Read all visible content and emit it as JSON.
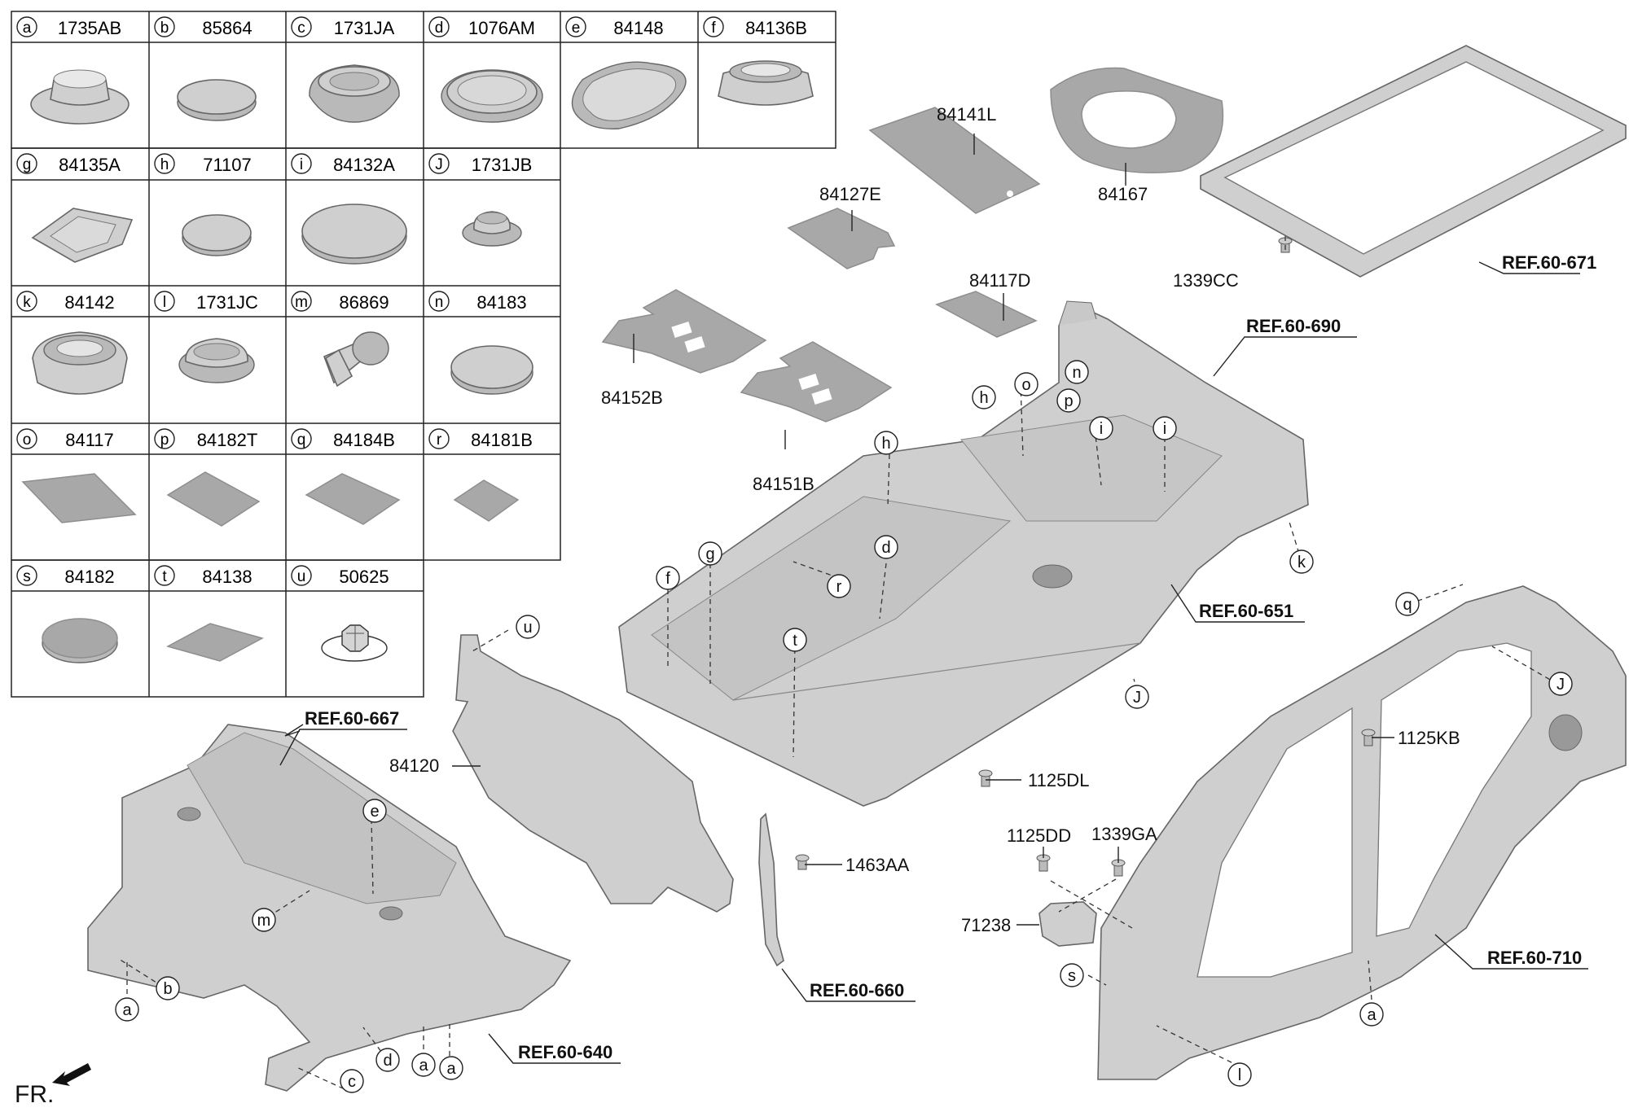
{
  "legend": {
    "cells": [
      {
        "letter": "a",
        "code": "1735AB"
      },
      {
        "letter": "b",
        "code": "85864"
      },
      {
        "letter": "c",
        "code": "1731JA"
      },
      {
        "letter": "d",
        "code": "1076AM"
      },
      {
        "letter": "e",
        "code": "84148"
      },
      {
        "letter": "f",
        "code": "84136B"
      },
      {
        "letter": "g",
        "code": "84135A"
      },
      {
        "letter": "h",
        "code": "71107"
      },
      {
        "letter": "i",
        "code": "84132A"
      },
      {
        "letter": "J",
        "code": "1731JB"
      },
      {
        "letter": "k",
        "code": "84142"
      },
      {
        "letter": "l",
        "code": "1731JC"
      },
      {
        "letter": "m",
        "code": "86869"
      },
      {
        "letter": "n",
        "code": "84183"
      },
      {
        "letter": "o",
        "code": "84117"
      },
      {
        "letter": "p",
        "code": "84182T"
      },
      {
        "letter": "q",
        "code": "84184B"
      },
      {
        "letter": "r",
        "code": "84181B"
      },
      {
        "letter": "s",
        "code": "84182"
      },
      {
        "letter": "t",
        "code": "84138"
      },
      {
        "letter": "u",
        "code": "50625"
      }
    ]
  },
  "part_labels": {
    "p84141L": "84141L",
    "p84167": "84167",
    "p84127E": "84127E",
    "p1339CC": "1339CC",
    "p84117D": "84117D",
    "p84152B": "84152B",
    "p84151B": "84151B",
    "p84120": "84120",
    "p1125DL": "1125DL",
    "p1125KB": "1125KB",
    "p1463AA": "1463AA",
    "p1125DD": "1125DD",
    "p1339GA": "1339GA",
    "p71238": "71238"
  },
  "refs": {
    "r671": "REF.60-671",
    "r690": "REF.60-690",
    "r651": "REF.60-651",
    "r667": "REF.60-667",
    "r640": "REF.60-640",
    "r660": "REF.60-660",
    "r710": "REF.60-710"
  },
  "callouts": {
    "o": "o",
    "n": "n",
    "p": "p",
    "h": "h",
    "i": "i",
    "d": "d",
    "g": "g",
    "f": "f",
    "r": "r",
    "t": "t",
    "k": "k",
    "J": "J",
    "u": "u",
    "e": "e",
    "m": "m",
    "b": "b",
    "a": "a",
    "c": "c",
    "q": "q",
    "s": "s",
    "l": "l"
  },
  "front_indicator": "FR.",
  "colors": {
    "part_fill": "#cfcfcf",
    "pad_fill": "#a8a8a8",
    "line": "#222222"
  }
}
